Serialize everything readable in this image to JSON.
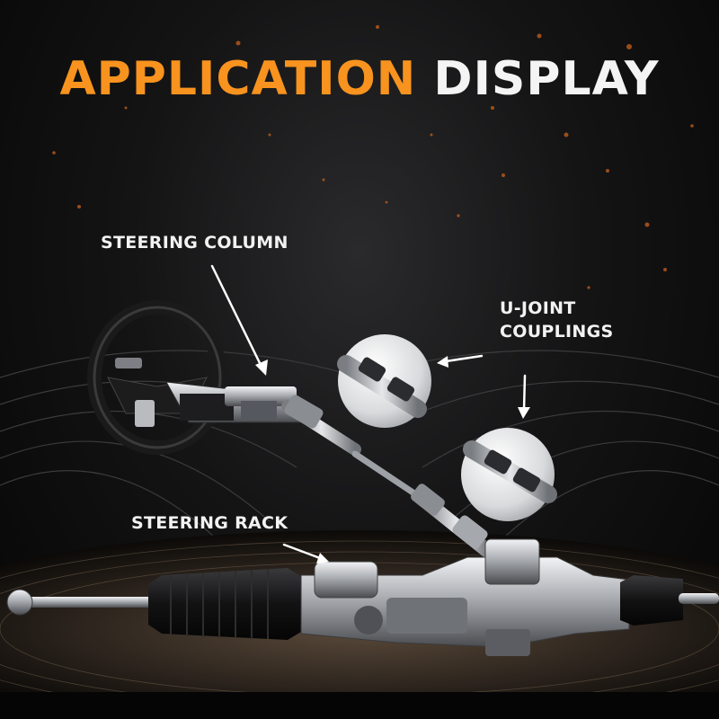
{
  "title": {
    "word1": "APPLICATION",
    "word2": "DISPLAY"
  },
  "labels": {
    "steering_column": "STEERING COLUMN",
    "ujoint_line1": "U-JOINT",
    "ujoint_line2": "COUPLINGS",
    "steering_rack": "STEERING RACK"
  },
  "colors": {
    "accent": "#f7931e",
    "text": "#f4f4f4",
    "background": "#0b0b0c",
    "metal": "#c9cbcf"
  }
}
